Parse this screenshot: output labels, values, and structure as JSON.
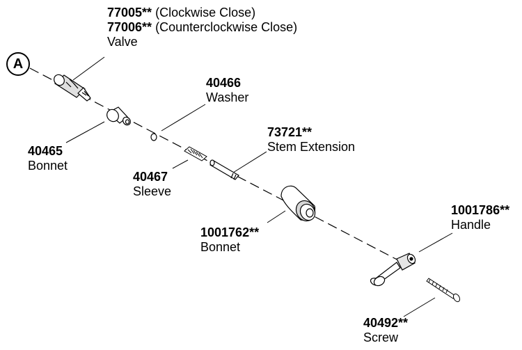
{
  "callout": "A",
  "parts": [
    {
      "id": "valve",
      "numbers": [
        "77005**",
        "77006**"
      ],
      "notes": [
        "(Clockwise Close)",
        "(Counterclockwise Close)"
      ],
      "name": "Valve"
    },
    {
      "id": "washer",
      "number": "40466",
      "name": "Washer"
    },
    {
      "id": "bonnet-small",
      "number": "40465",
      "name": "Bonnet"
    },
    {
      "id": "stem-extension",
      "number": "73721**",
      "name": "Stem Extension"
    },
    {
      "id": "sleeve",
      "number": "40467",
      "name": "Sleeve"
    },
    {
      "id": "bonnet-large",
      "number": "1001762**",
      "name": "Bonnet"
    },
    {
      "id": "handle",
      "number": "1001786**",
      "name": "Handle"
    },
    {
      "id": "screw",
      "number": "40492**",
      "name": "Screw"
    }
  ]
}
